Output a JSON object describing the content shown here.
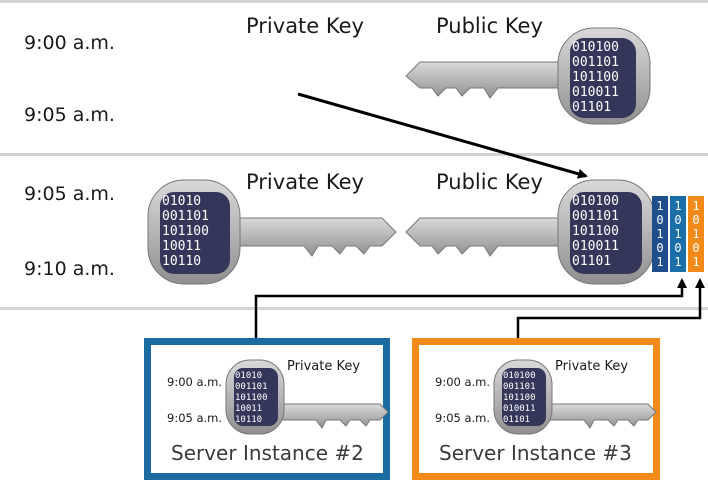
{
  "rows": [
    {
      "time_start": "9:00 a.m.",
      "time_end": "9:05 a.m.",
      "private_label": "Private Key",
      "public_label": "Public Key"
    },
    {
      "time_start": "9:05 a.m.",
      "time_end": "9:10 a.m.",
      "private_label": "Private Key",
      "public_label": "Public Key"
    }
  ],
  "key_bits": [
    "010100",
    "001101",
    "101100",
    "010011",
    "01101"
  ],
  "left_key_bits": [
    "01010",
    "001101",
    "101100",
    "10011",
    "10110"
  ],
  "segments": [
    {
      "bits": [
        "1",
        "0",
        "1",
        "0",
        "1"
      ],
      "color": "#1e4e8c"
    },
    {
      "bits": [
        "1",
        "0",
        "1",
        "0",
        "1"
      ],
      "color": "#1a6fa8"
    },
    {
      "bits": [
        "1",
        "0",
        "1",
        "0",
        "1"
      ],
      "color": "#f28a1a"
    }
  ],
  "instances": [
    {
      "name": "Server Instance #2",
      "time_start": "9:00 a.m.",
      "time_end": "9:05 a.m.",
      "key_label": "Private Key",
      "border_color": "#1b6aa0"
    },
    {
      "name": "Server Instance #3",
      "time_start": "9:00 a.m.",
      "time_end": "9:05 a.m.",
      "key_label": "Private Key",
      "border_color": "#f28a1a"
    }
  ]
}
